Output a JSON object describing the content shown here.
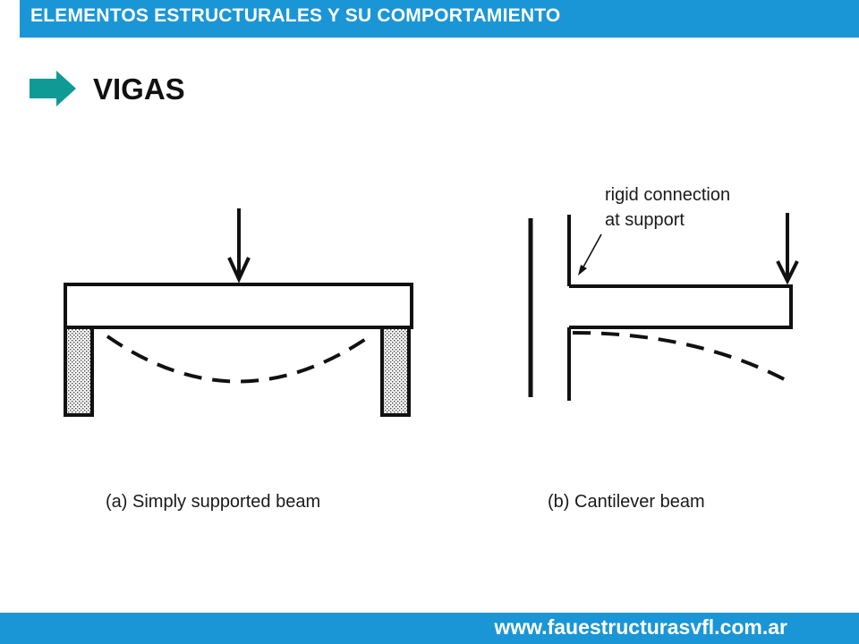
{
  "header": {
    "title": "ELEMENTOS ESTRUCTURALES Y SU COMPORTAMIENTO"
  },
  "slide": {
    "title": "VIGAS"
  },
  "diagram": {
    "simply_supported": {
      "caption": "(a) Simply supported beam"
    },
    "cantilever": {
      "caption": "(b) Cantilever beam",
      "note_line1": "rigid connection",
      "note_line2": "at support"
    }
  },
  "footer": {
    "url": "www.fauestructurasvfl.com.ar"
  },
  "colors": {
    "accent": "#1a96d6",
    "arrow": "#0f9a96",
    "ink": "#111111"
  },
  "icons": {
    "bullet": "right-arrow-icon"
  }
}
